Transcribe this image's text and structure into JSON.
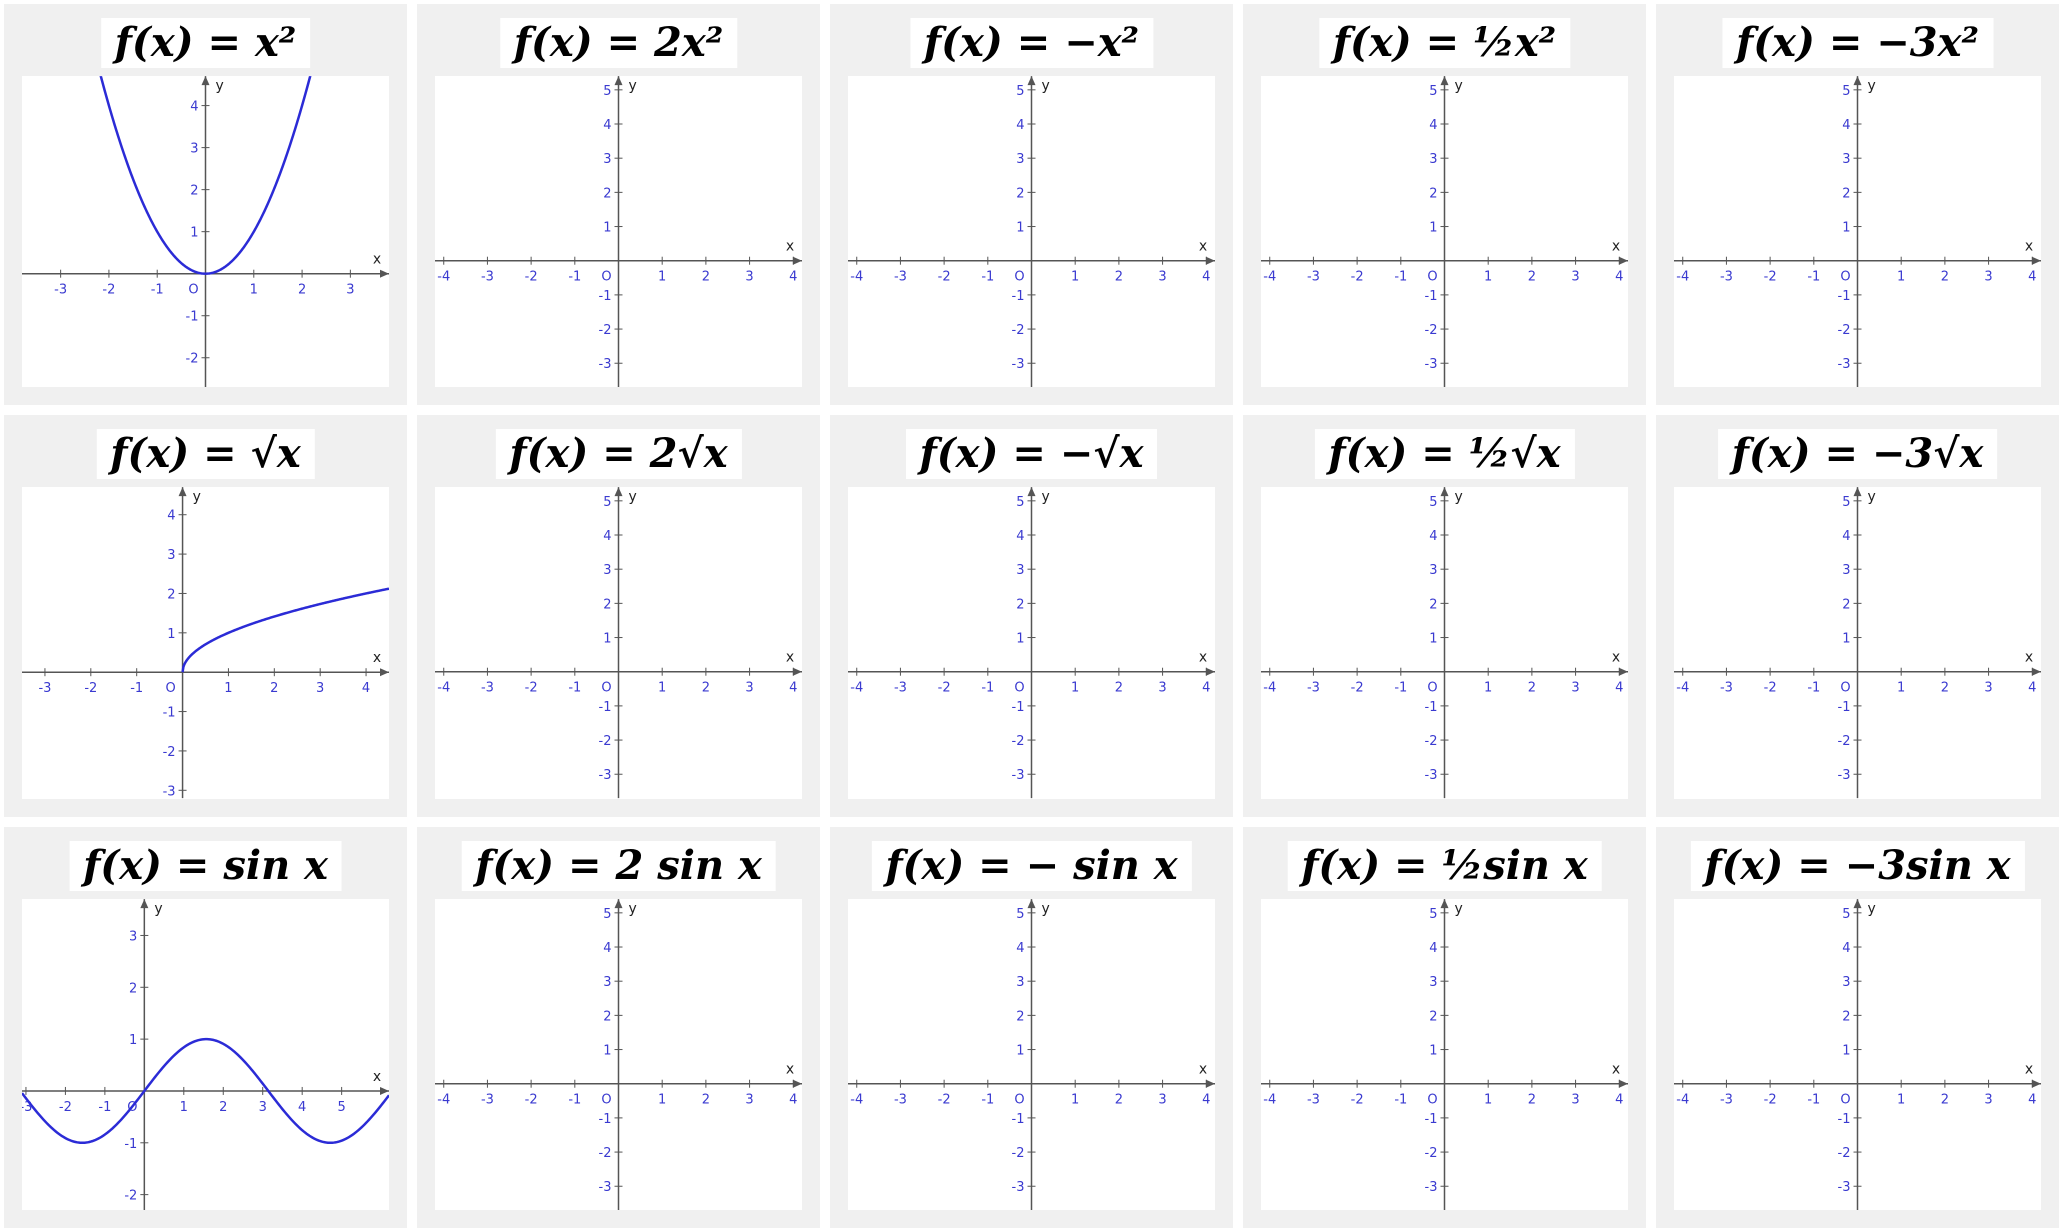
{
  "chart_data": [
    {
      "type": "line",
      "title": "f(x) = x²",
      "xlabel": "x",
      "ylabel": "y",
      "origin_label": "O",
      "xlim": [
        -3.8,
        3.8
      ],
      "ylim": [
        -2.7,
        4.7
      ],
      "xticks": [
        -3,
        -2,
        -1,
        1,
        2,
        3
      ],
      "yticks": [
        -2,
        -1,
        1,
        2,
        3,
        4
      ],
      "series": [
        {
          "function": "x^2",
          "x": [
            -2.2,
            -2,
            -1.5,
            -1,
            -0.5,
            0,
            0.5,
            1,
            1.5,
            2,
            2.2
          ],
          "y": [
            4.84,
            4,
            2.25,
            1,
            0.25,
            0,
            0.25,
            1,
            2.25,
            4,
            4.84
          ]
        }
      ]
    },
    {
      "type": "line",
      "title": "f(x) = 2x²",
      "xlabel": "x",
      "ylabel": "y",
      "origin_label": "O",
      "xlim": [
        -4.2,
        4.2
      ],
      "ylim": [
        -3.7,
        5.4
      ],
      "xticks": [
        -4,
        -3,
        -2,
        -1,
        1,
        2,
        3,
        4
      ],
      "yticks": [
        -3,
        -2,
        -1,
        1,
        2,
        3,
        4,
        5
      ],
      "series": []
    },
    {
      "type": "line",
      "title": "f(x) = −x²",
      "xlabel": "x",
      "ylabel": "y",
      "origin_label": "O",
      "xlim": [
        -4.2,
        4.2
      ],
      "ylim": [
        -3.7,
        5.4
      ],
      "xticks": [
        -4,
        -3,
        -2,
        -1,
        1,
        2,
        3,
        4
      ],
      "yticks": [
        -3,
        -2,
        -1,
        1,
        2,
        3,
        4,
        5
      ],
      "series": []
    },
    {
      "type": "line",
      "title": "f(x) = ½x²",
      "xlabel": "x",
      "ylabel": "y",
      "origin_label": "O",
      "xlim": [
        -4.2,
        4.2
      ],
      "ylim": [
        -3.7,
        5.4
      ],
      "xticks": [
        -4,
        -3,
        -2,
        -1,
        1,
        2,
        3,
        4
      ],
      "yticks": [
        -3,
        -2,
        -1,
        1,
        2,
        3,
        4,
        5
      ],
      "series": []
    },
    {
      "type": "line",
      "title": "f(x) = −3x²",
      "xlabel": "x",
      "ylabel": "y",
      "origin_label": "O",
      "xlim": [
        -4.2,
        4.2
      ],
      "ylim": [
        -3.7,
        5.4
      ],
      "xticks": [
        -4,
        -3,
        -2,
        -1,
        1,
        2,
        3,
        4
      ],
      "yticks": [
        -3,
        -2,
        -1,
        1,
        2,
        3,
        4,
        5
      ],
      "series": []
    },
    {
      "type": "line",
      "title": "f(x) = √x",
      "xlabel": "x",
      "ylabel": "y",
      "origin_label": "O",
      "xlim": [
        -3.5,
        4.5
      ],
      "ylim": [
        -3.2,
        4.7
      ],
      "xticks": [
        -3,
        -2,
        -1,
        1,
        2,
        3,
        4
      ],
      "yticks": [
        -3,
        -2,
        -1,
        1,
        2,
        3,
        4
      ],
      "series": [
        {
          "function": "sqrt(x)",
          "x": [
            0,
            0.05,
            0.25,
            0.5,
            1,
            1.5,
            2,
            2.5,
            3,
            3.5,
            4,
            4.5
          ],
          "y": [
            0,
            0.22,
            0.5,
            0.71,
            1,
            1.22,
            1.41,
            1.58,
            1.73,
            1.87,
            2,
            2.12
          ]
        }
      ]
    },
    {
      "type": "line",
      "title": "f(x) = 2√x",
      "xlabel": "x",
      "ylabel": "y",
      "origin_label": "O",
      "xlim": [
        -4.2,
        4.2
      ],
      "ylim": [
        -3.7,
        5.4
      ],
      "xticks": [
        -4,
        -3,
        -2,
        -1,
        1,
        2,
        3,
        4
      ],
      "yticks": [
        -3,
        -2,
        -1,
        1,
        2,
        3,
        4,
        5
      ],
      "series": []
    },
    {
      "type": "line",
      "title": "f(x) = −√x",
      "xlabel": "x",
      "ylabel": "y",
      "origin_label": "O",
      "xlim": [
        -4.2,
        4.2
      ],
      "ylim": [
        -3.7,
        5.4
      ],
      "xticks": [
        -4,
        -3,
        -2,
        -1,
        1,
        2,
        3,
        4
      ],
      "yticks": [
        -3,
        -2,
        -1,
        1,
        2,
        3,
        4,
        5
      ],
      "series": []
    },
    {
      "type": "line",
      "title": "f(x) = ½√x",
      "xlabel": "x",
      "ylabel": "y",
      "origin_label": "O",
      "xlim": [
        -4.2,
        4.2
      ],
      "ylim": [
        -3.7,
        5.4
      ],
      "xticks": [
        -4,
        -3,
        -2,
        -1,
        1,
        2,
        3,
        4
      ],
      "yticks": [
        -3,
        -2,
        -1,
        1,
        2,
        3,
        4,
        5
      ],
      "series": []
    },
    {
      "type": "line",
      "title": "f(x) = −3√x",
      "xlabel": "x",
      "ylabel": "y",
      "origin_label": "O",
      "xlim": [
        -4.2,
        4.2
      ],
      "ylim": [
        -3.7,
        5.4
      ],
      "xticks": [
        -4,
        -3,
        -2,
        -1,
        1,
        2,
        3,
        4
      ],
      "yticks": [
        -3,
        -2,
        -1,
        1,
        2,
        3,
        4,
        5
      ],
      "series": []
    },
    {
      "type": "line",
      "title": "f(x) = sin x",
      "xlabel": "x",
      "ylabel": "y",
      "origin_label": "O",
      "xlim": [
        -3.1,
        6.2
      ],
      "ylim": [
        -2.3,
        3.7
      ],
      "xticks": [
        -3,
        -2,
        -1,
        1,
        2,
        3,
        4,
        5
      ],
      "yticks": [
        -2,
        -1,
        1,
        2,
        3
      ],
      "series": [
        {
          "function": "sin(x)",
          "x": [
            -3.1,
            -2.5,
            -2,
            -1.57,
            -1,
            -0.5,
            0,
            0.5,
            1,
            1.57,
            2,
            2.5,
            3.14,
            3.5,
            4,
            4.71,
            5,
            5.5,
            6,
            6.2
          ],
          "y": [
            -0.04,
            -0.6,
            -0.91,
            -1,
            -0.84,
            -0.48,
            0,
            0.48,
            0.84,
            1,
            0.91,
            0.6,
            0,
            -0.35,
            -0.76,
            -1,
            -0.96,
            -0.71,
            -0.28,
            -0.08
          ]
        }
      ]
    },
    {
      "type": "line",
      "title": "f(x) = 2 sin x",
      "xlabel": "x",
      "ylabel": "y",
      "origin_label": "O",
      "xlim": [
        -4.2,
        4.2
      ],
      "ylim": [
        -3.7,
        5.4
      ],
      "xticks": [
        -4,
        -3,
        -2,
        -1,
        1,
        2,
        3,
        4
      ],
      "yticks": [
        -3,
        -2,
        -1,
        1,
        2,
        3,
        4,
        5
      ],
      "series": []
    },
    {
      "type": "line",
      "title": "f(x) = − sin x",
      "xlabel": "x",
      "ylabel": "y",
      "origin_label": "O",
      "xlim": [
        -4.2,
        4.2
      ],
      "ylim": [
        -3.7,
        5.4
      ],
      "xticks": [
        -4,
        -3,
        -2,
        -1,
        1,
        2,
        3,
        4
      ],
      "yticks": [
        -3,
        -2,
        -1,
        1,
        2,
        3,
        4,
        5
      ],
      "series": []
    },
    {
      "type": "line",
      "title": "f(x) = ½sin x",
      "xlabel": "x",
      "ylabel": "y",
      "origin_label": "O",
      "xlim": [
        -4.2,
        4.2
      ],
      "ylim": [
        -3.7,
        5.4
      ],
      "xticks": [
        -4,
        -3,
        -2,
        -1,
        1,
        2,
        3,
        4
      ],
      "yticks": [
        -3,
        -2,
        -1,
        1,
        2,
        3,
        4,
        5
      ],
      "series": []
    },
    {
      "type": "line",
      "title": "f(x) = −3sin x",
      "xlabel": "x",
      "ylabel": "y",
      "origin_label": "O",
      "xlim": [
        -4.2,
        4.2
      ],
      "ylim": [
        -3.7,
        5.4
      ],
      "xticks": [
        -4,
        -3,
        -2,
        -1,
        1,
        2,
        3,
        4
      ],
      "yticks": [
        -3,
        -2,
        -1,
        1,
        2,
        3,
        4,
        5
      ],
      "series": []
    }
  ],
  "colors": {
    "curve": "#2b2bd6",
    "tick_label": "#3a3ad0",
    "axis": "#555555",
    "panel_bg": "#f0f0f0",
    "plot_bg": "#ffffff"
  }
}
